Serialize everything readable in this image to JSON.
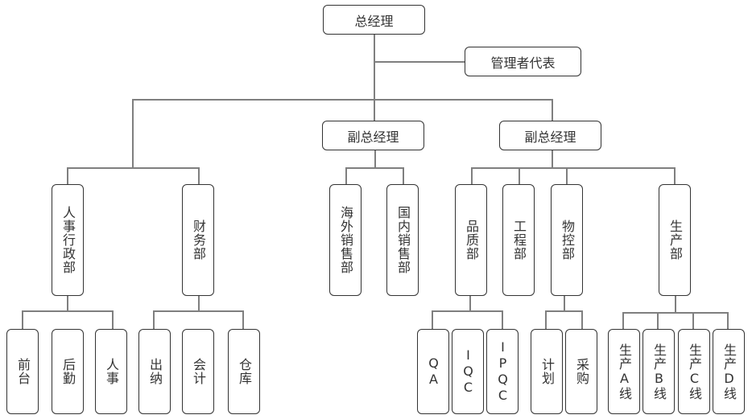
{
  "nodes": {
    "ceo": "总经理",
    "mgmt_rep": "管理者代表",
    "vp1": "副总经理",
    "vp2": "副总经理",
    "hr_admin": "人事行政部",
    "finance": "财务部",
    "overseas_sales": "海外销售部",
    "domestic_sales": "国内销售部",
    "quality": "品质部",
    "engineering": "工程部",
    "material_control": "物控部",
    "production": "生产部",
    "front_desk": "前台",
    "logistics": "后勤",
    "personnel": "人事",
    "cashier": "出纳",
    "accounting": "会计",
    "warehouse": "仓库",
    "qa": "QA",
    "iqc": "IQC",
    "ipqc": "IPQC",
    "planning": "计划",
    "purchasing": "采购",
    "line_a": "生产A线",
    "line_b": "生产B线",
    "line_c": "生产C线",
    "line_d": "生产D线"
  }
}
